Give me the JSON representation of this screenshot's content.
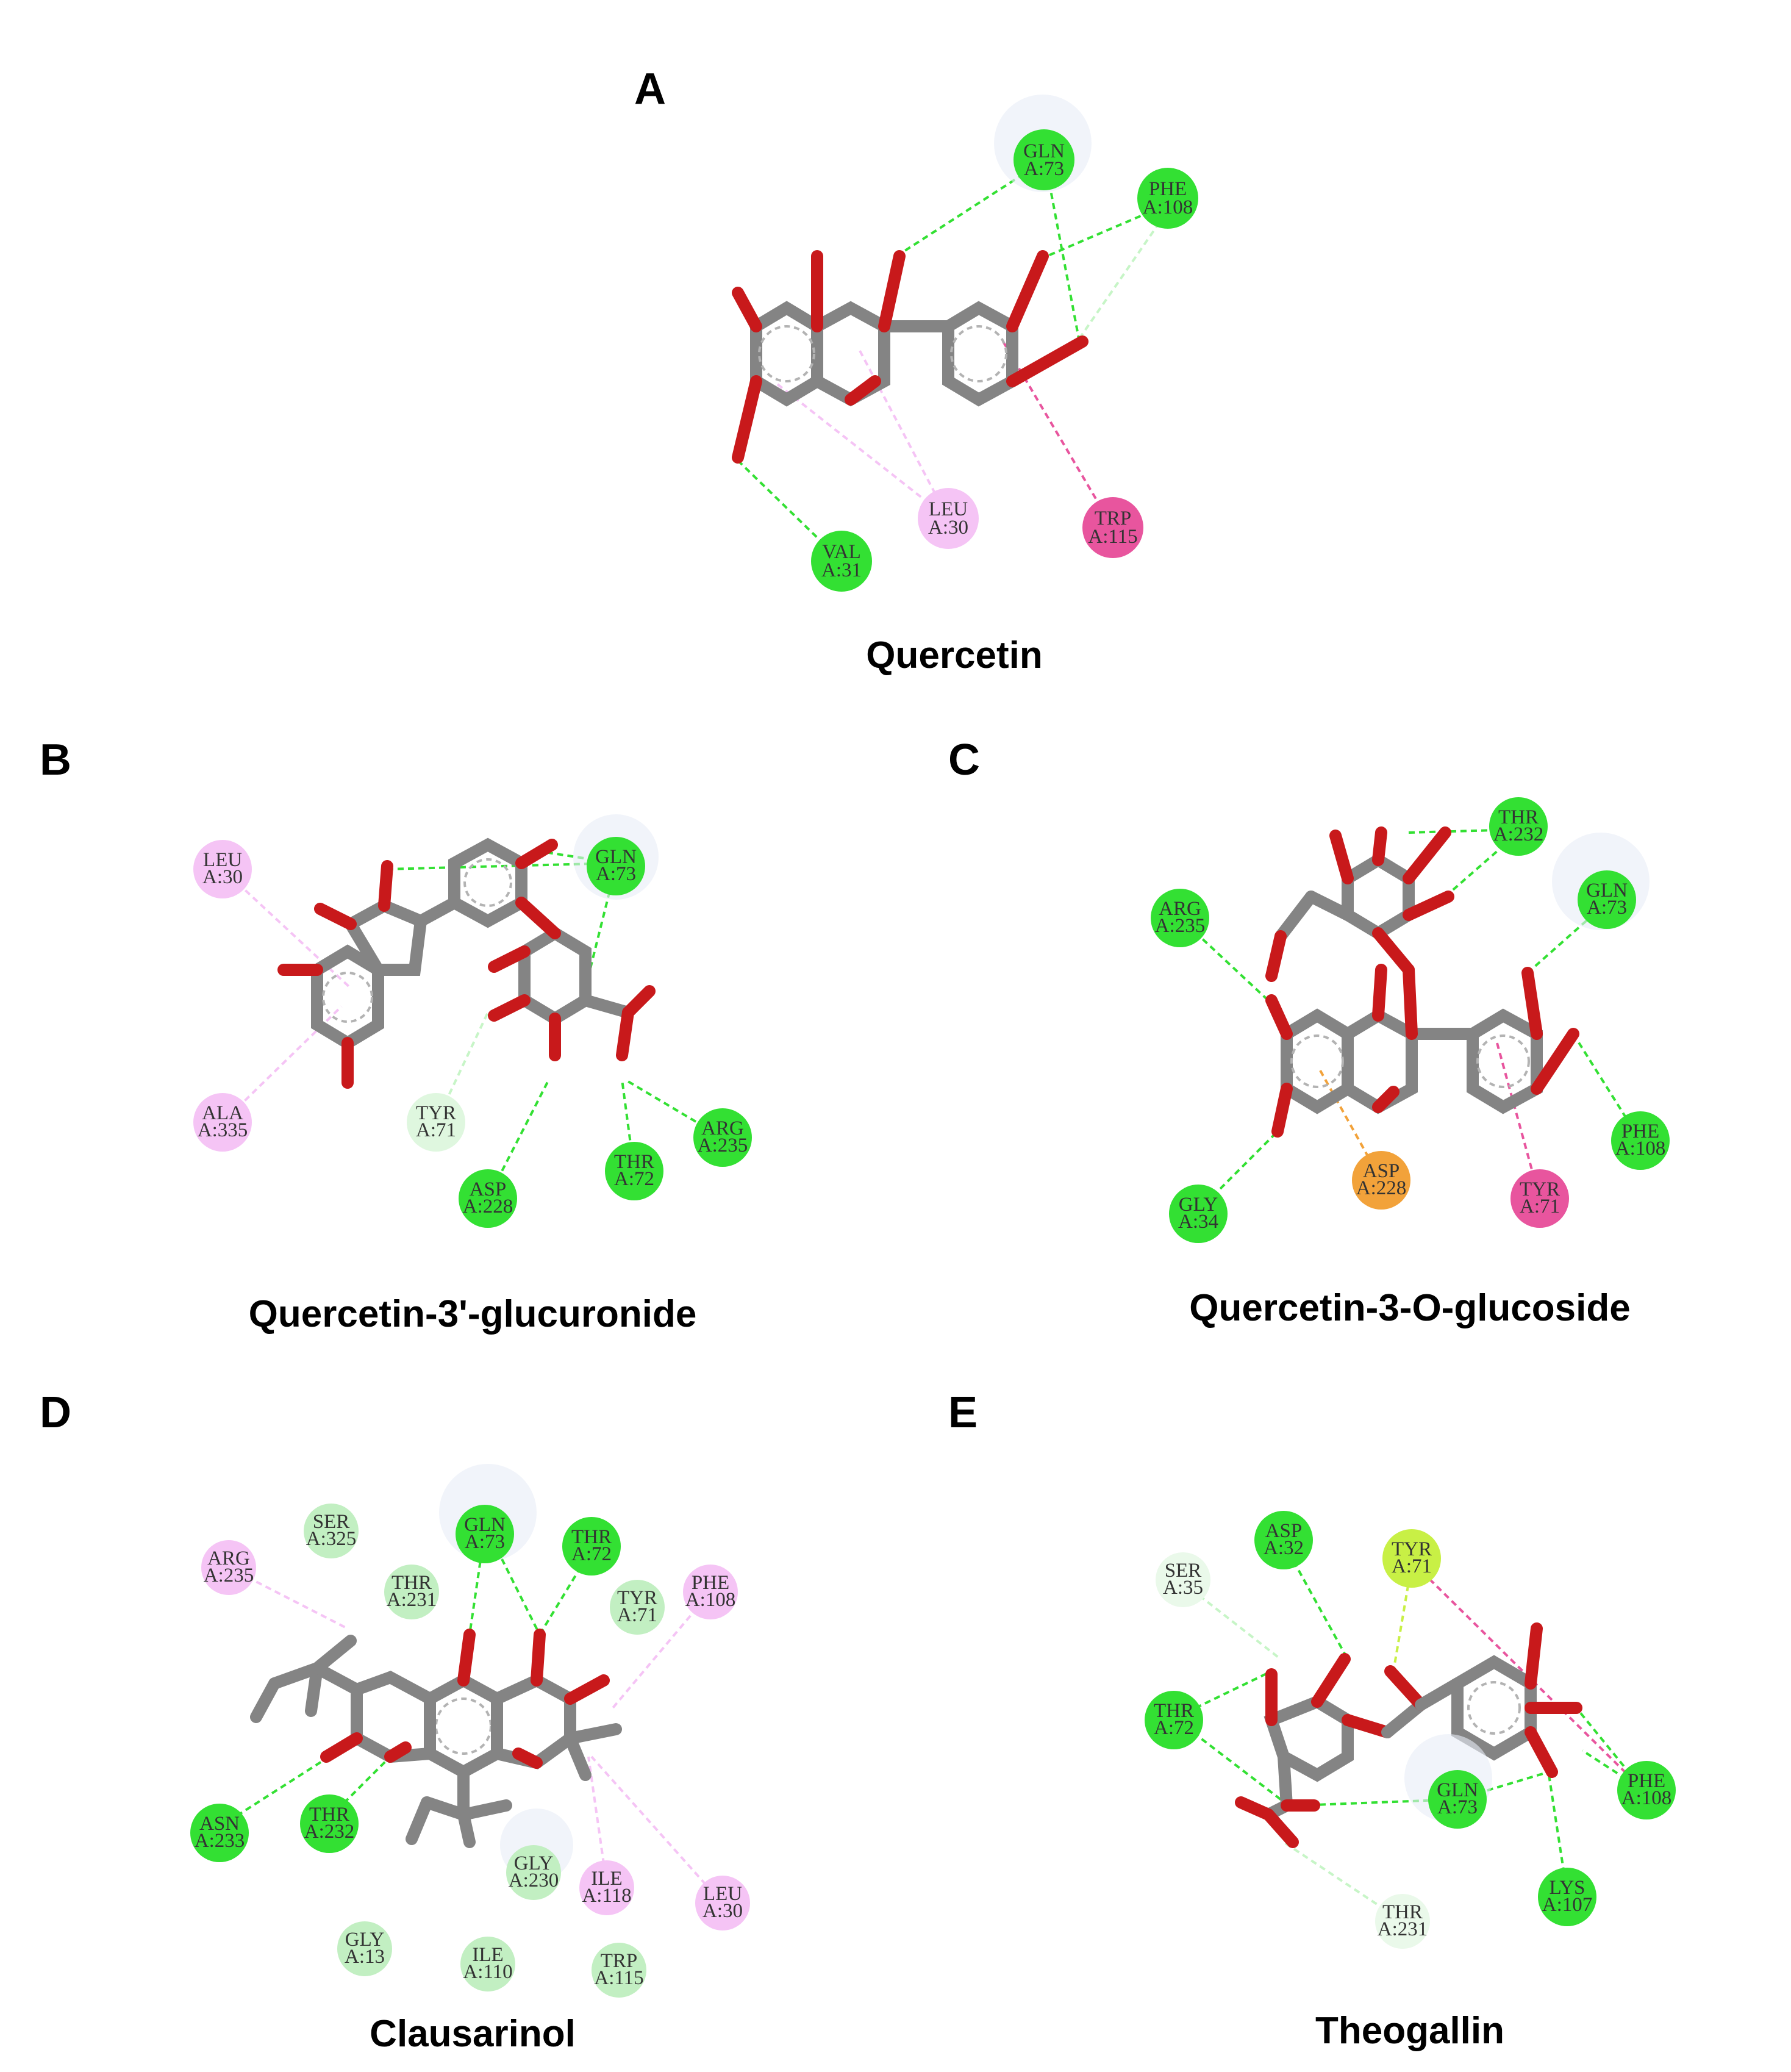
{
  "colors": {
    "conventional_hbond": "#33e033",
    "carbon_hbond": "#c7f5c7",
    "pi_alkyl": "#f5c4f5",
    "pi_pi_tshaped": "#e8559e",
    "pi_anion": "#f2a23a",
    "pi_donor_hbond": "#c8f045",
    "van_der_waals": "#c2efc2",
    "carbon_atom": "#848484",
    "oxygen_atom": "#c8191b"
  },
  "panels": [
    {
      "letter": "A",
      "caption": "Quercetin",
      "residues": [
        {
          "name": "GLN",
          "pos": "A:73",
          "type": "conventional_hbond"
        },
        {
          "name": "PHE",
          "pos": "A:108",
          "type": "conventional_hbond"
        },
        {
          "name": "LEU",
          "pos": "A:30",
          "type": "pi_alkyl"
        },
        {
          "name": "TRP",
          "pos": "A:115",
          "type": "pi_pi_tshaped"
        },
        {
          "name": "VAL",
          "pos": "A:31",
          "type": "conventional_hbond"
        }
      ]
    },
    {
      "letter": "B",
      "caption": "Quercetin-3'-glucuronide",
      "residues": [
        {
          "name": "LEU",
          "pos": "A:30",
          "type": "pi_alkyl"
        },
        {
          "name": "GLN",
          "pos": "A:73",
          "type": "conventional_hbond"
        },
        {
          "name": "ALA",
          "pos": "A:335",
          "type": "pi_alkyl"
        },
        {
          "name": "TYR",
          "pos": "A:71",
          "type": "carbon_hbond"
        },
        {
          "name": "ASP",
          "pos": "A:228",
          "type": "conventional_hbond"
        },
        {
          "name": "THR",
          "pos": "A:72",
          "type": "conventional_hbond"
        },
        {
          "name": "ARG",
          "pos": "A:235",
          "type": "conventional_hbond"
        }
      ]
    },
    {
      "letter": "C",
      "caption": "Quercetin-3-O-glucoside",
      "residues": [
        {
          "name": "THR",
          "pos": "A:232",
          "type": "conventional_hbond"
        },
        {
          "name": "GLN",
          "pos": "A:73",
          "type": "conventional_hbond"
        },
        {
          "name": "ARG",
          "pos": "A:235",
          "type": "conventional_hbond"
        },
        {
          "name": "PHE",
          "pos": "A:108",
          "type": "conventional_hbond"
        },
        {
          "name": "ASP",
          "pos": "A:228",
          "type": "pi_anion"
        },
        {
          "name": "TYR",
          "pos": "A:71",
          "type": "pi_pi_tshaped"
        },
        {
          "name": "GLY",
          "pos": "A:34",
          "type": "conventional_hbond"
        }
      ]
    },
    {
      "letter": "D",
      "caption": "Clausarinol",
      "residues": [
        {
          "name": "SER",
          "pos": "A:325",
          "type": "van_der_waals"
        },
        {
          "name": "GLN",
          "pos": "A:73",
          "type": "conventional_hbond"
        },
        {
          "name": "THR",
          "pos": "A:72",
          "type": "conventional_hbond"
        },
        {
          "name": "ARG",
          "pos": "A:235",
          "type": "pi_alkyl"
        },
        {
          "name": "THR",
          "pos": "A:231",
          "type": "van_der_waals"
        },
        {
          "name": "TYR",
          "pos": "A:71",
          "type": "van_der_waals"
        },
        {
          "name": "PHE",
          "pos": "A:108",
          "type": "pi_alkyl"
        },
        {
          "name": "ASN",
          "pos": "A:233",
          "type": "conventional_hbond"
        },
        {
          "name": "THR",
          "pos": "A:232",
          "type": "conventional_hbond"
        },
        {
          "name": "GLY",
          "pos": "A:230",
          "type": "van_der_waals"
        },
        {
          "name": "ILE",
          "pos": "A:118",
          "type": "pi_alkyl"
        },
        {
          "name": "LEU",
          "pos": "A:30",
          "type": "pi_alkyl"
        },
        {
          "name": "GLY",
          "pos": "A:13",
          "type": "van_der_waals"
        },
        {
          "name": "ILE",
          "pos": "A:110",
          "type": "van_der_waals"
        },
        {
          "name": "TRP",
          "pos": "A:115",
          "type": "van_der_waals"
        }
      ]
    },
    {
      "letter": "E",
      "caption": "Theogallin",
      "residues": [
        {
          "name": "ASP",
          "pos": "A:32",
          "type": "conventional_hbond"
        },
        {
          "name": "TYR",
          "pos": "A:71",
          "type": "pi_donor_hbond"
        },
        {
          "name": "SER",
          "pos": "A:35",
          "type": "carbon_hbond"
        },
        {
          "name": "THR",
          "pos": "A:72",
          "type": "conventional_hbond"
        },
        {
          "name": "GLN",
          "pos": "A:73",
          "type": "conventional_hbond"
        },
        {
          "name": "PHE",
          "pos": "A:108",
          "type": "conventional_hbond"
        },
        {
          "name": "LYS",
          "pos": "A:107",
          "type": "conventional_hbond"
        },
        {
          "name": "THR",
          "pos": "A:231",
          "type": "carbon_hbond"
        }
      ]
    }
  ]
}
